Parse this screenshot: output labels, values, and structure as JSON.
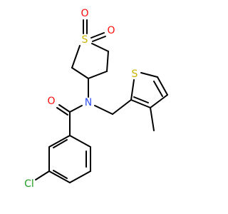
{
  "molecule": {
    "atoms": {
      "o1": {
        "label": "O",
        "color": "#ff0d0d"
      },
      "o2": {
        "label": "O",
        "color": "#ff0d0d"
      },
      "s_sulfone": {
        "label": "S",
        "color": "#c8b400"
      },
      "n_amide": {
        "label": "N",
        "color": "#3050f8"
      },
      "o_carbonyl": {
        "label": "O",
        "color": "#ff0d0d"
      },
      "s_thiophene": {
        "label": "S",
        "color": "#c8b400"
      },
      "cl": {
        "label": "Cl",
        "color": "#1fa01f"
      }
    },
    "bond_color": "#000000"
  }
}
